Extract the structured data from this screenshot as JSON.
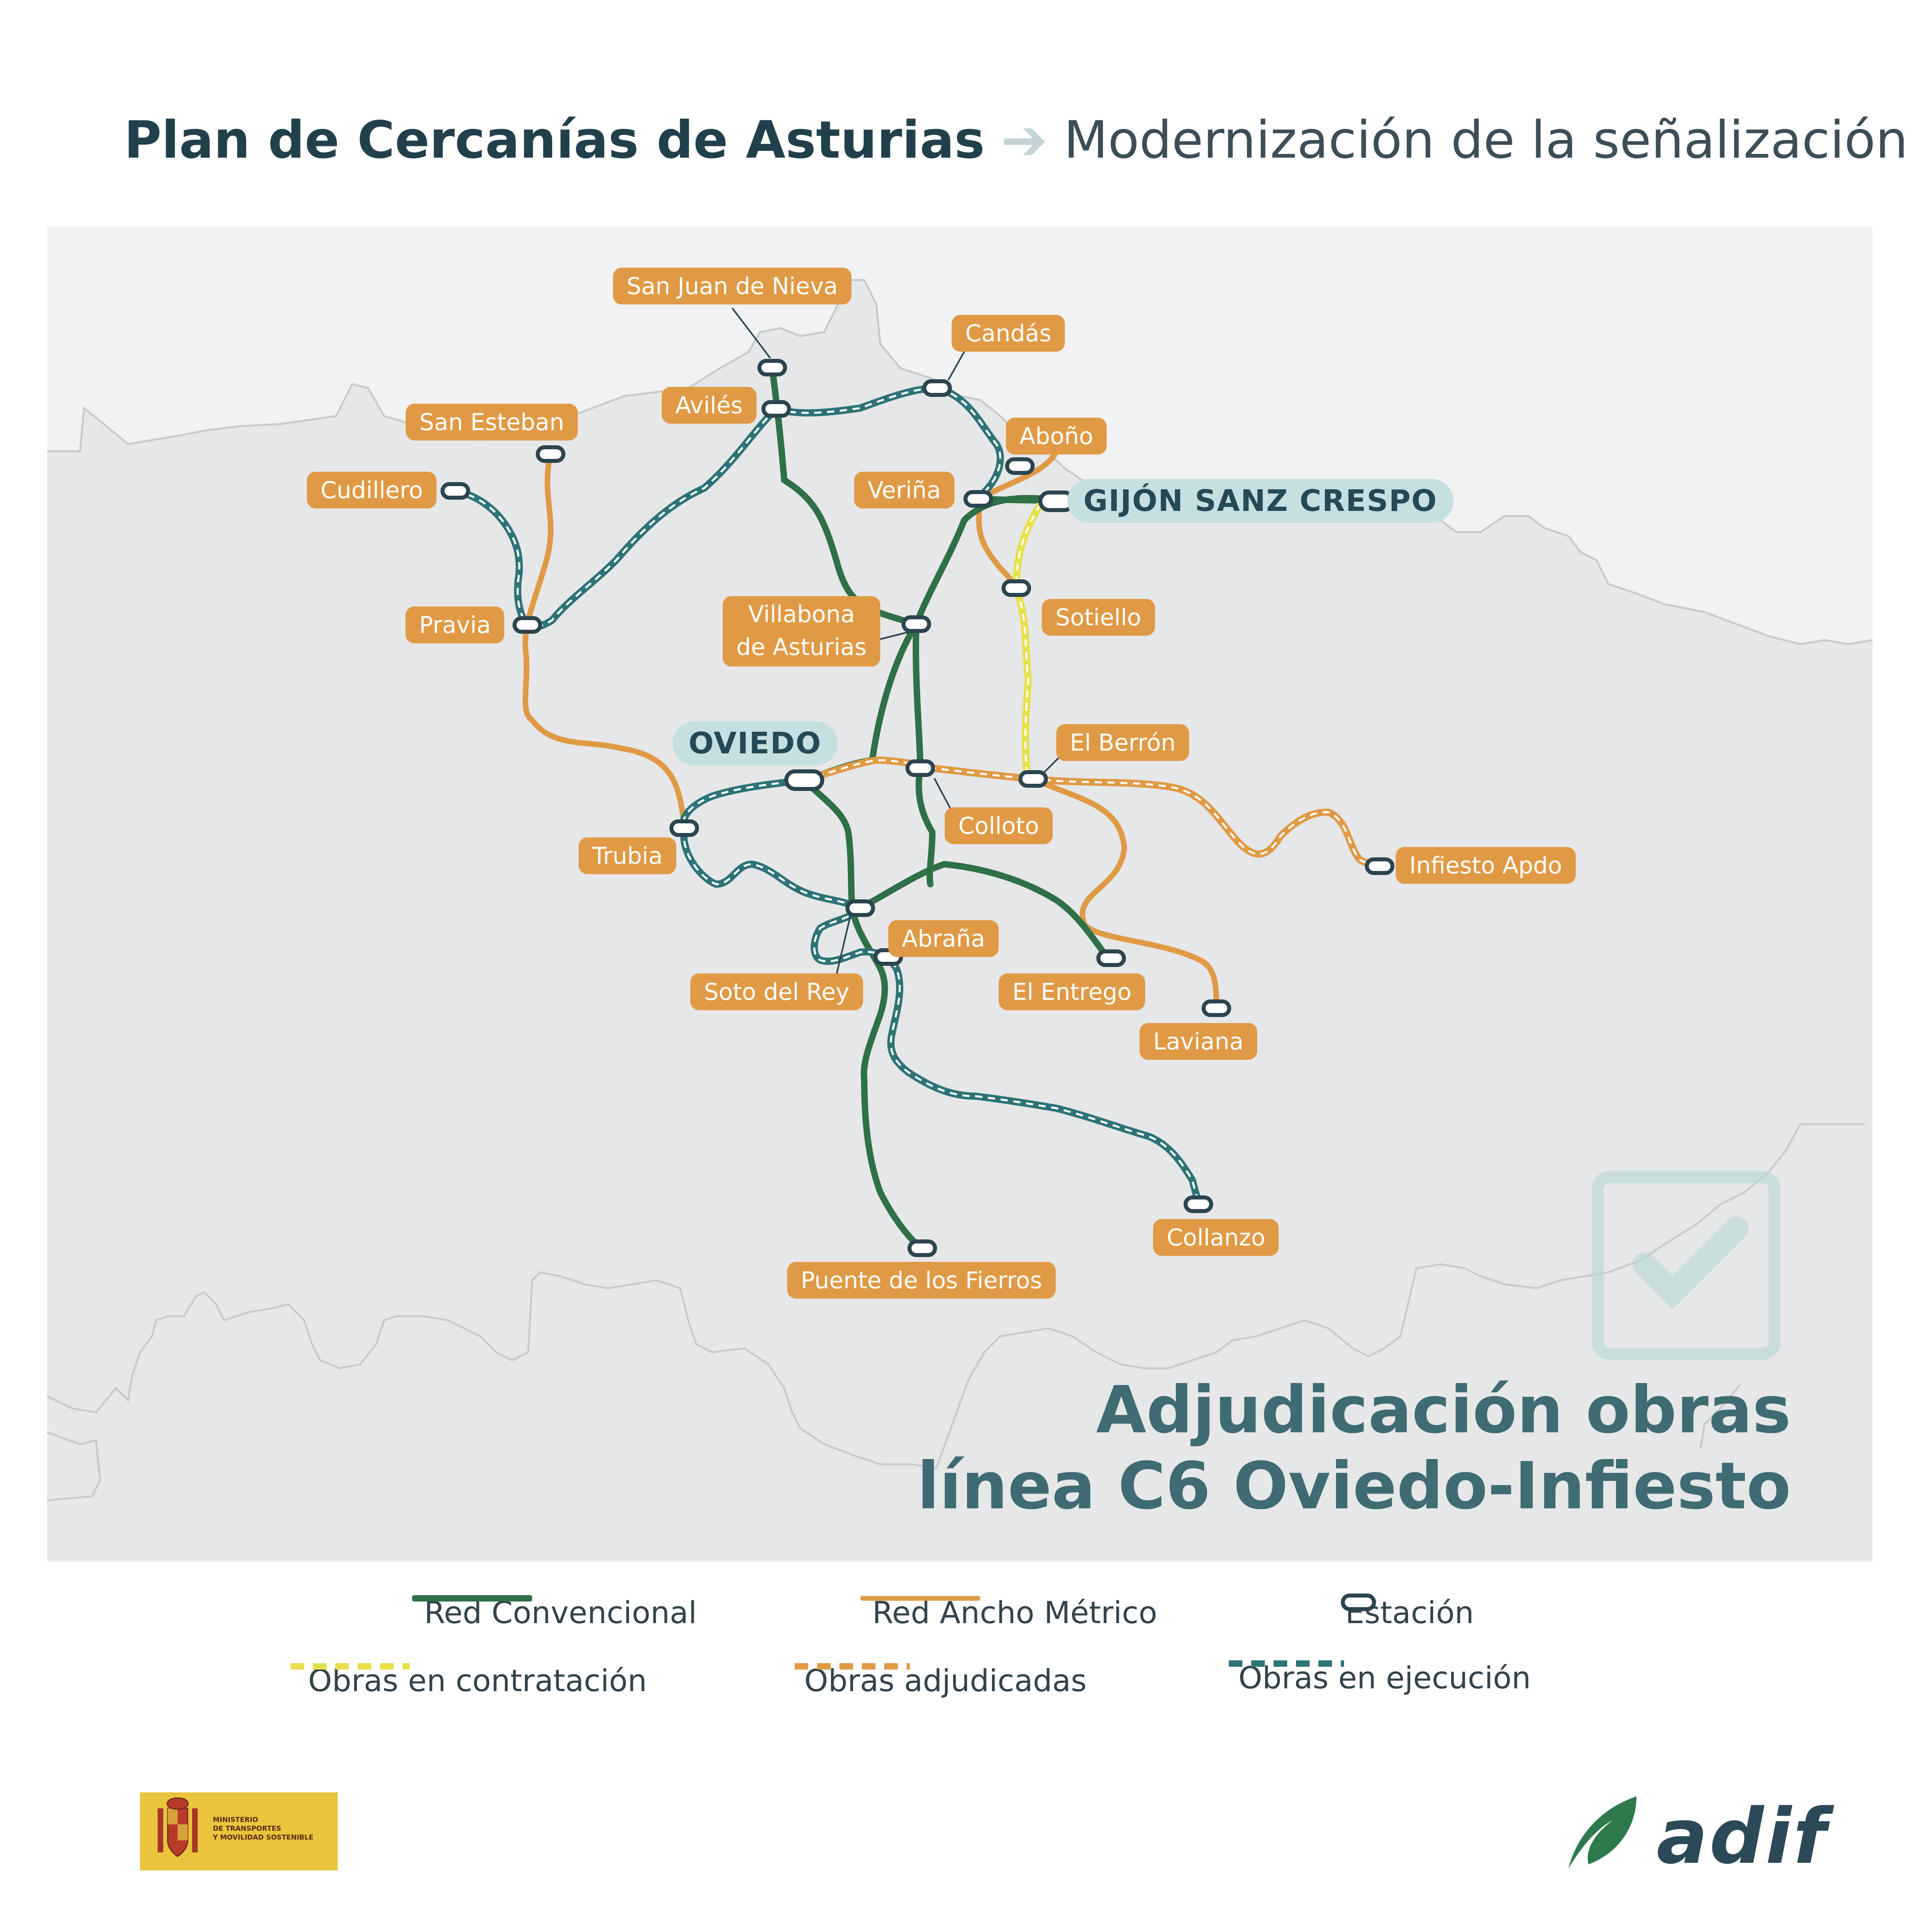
{
  "header": {
    "title": "Plan de Cercanías de Asturias",
    "subtitle": "Modernización de la señalización"
  },
  "map": {
    "stations": {
      "san_juan_de_nieva": "San Juan de Nieva",
      "candas": "Candás",
      "aviles": "Avilés",
      "san_esteban": "San Esteban",
      "abono": "Aboño",
      "cudillero": "Cudillero",
      "verina": "Veriña",
      "gijon": "GIJÓN SANZ CRESPO",
      "sotiello": "Sotiello",
      "pravia": "Pravia",
      "villabona_line1": "Villabona",
      "villabona_line2": "de Asturias",
      "oviedo": "OVIEDO",
      "el_berron": "El Berrón",
      "colloto": "Colloto",
      "trubia": "Trubia",
      "infiesto": "Infiesto Apdo",
      "abrana": "Abraña",
      "soto_del_rey": "Soto del Rey",
      "el_entrego": "El Entrego",
      "laviana": "Laviana",
      "collanzo": "Collanzo",
      "puente_de_los_fierros": "Puente de los Fierros"
    }
  },
  "award": {
    "line1": "Adjudicación obras",
    "line2": "línea C6 Oviedo-Infiesto"
  },
  "legend": {
    "red_convencional": "Red Convencional",
    "red_ancho_metrico": "Red Ancho Métrico",
    "estacion": "Estación",
    "obras_contratacion": "Obras en contratación",
    "obras_adjudicadas": "Obras adjudicadas",
    "obras_ejecucion": "Obras en ejecución"
  },
  "colors": {
    "conventional": "#2f7047",
    "metric": "#e09a45",
    "contratacion": "#e8e04a",
    "adjudicadas": "#e09a45",
    "ejecucion": "#2d7377",
    "station_stroke": "#2b4550",
    "map_bg": "#f1f2f3",
    "land": "#e6e7e8",
    "label_bg": "#e09a45",
    "major_label_bg": "#c6dfe0",
    "award_text": "#3f6b73"
  },
  "icons": {
    "header_arrow": "arrow-right-icon",
    "award_check": "checkbox-checked-icon",
    "ministry_logo": "coat-of-arms-icon",
    "adif_logo": "adif-leaf-icon"
  },
  "footer": {
    "ministry_line1": "MINISTERIO",
    "ministry_line2": "DE TRANSPORTES",
    "ministry_line3": "Y MOVILIDAD SOSTENIBLE",
    "adif": "adif"
  }
}
